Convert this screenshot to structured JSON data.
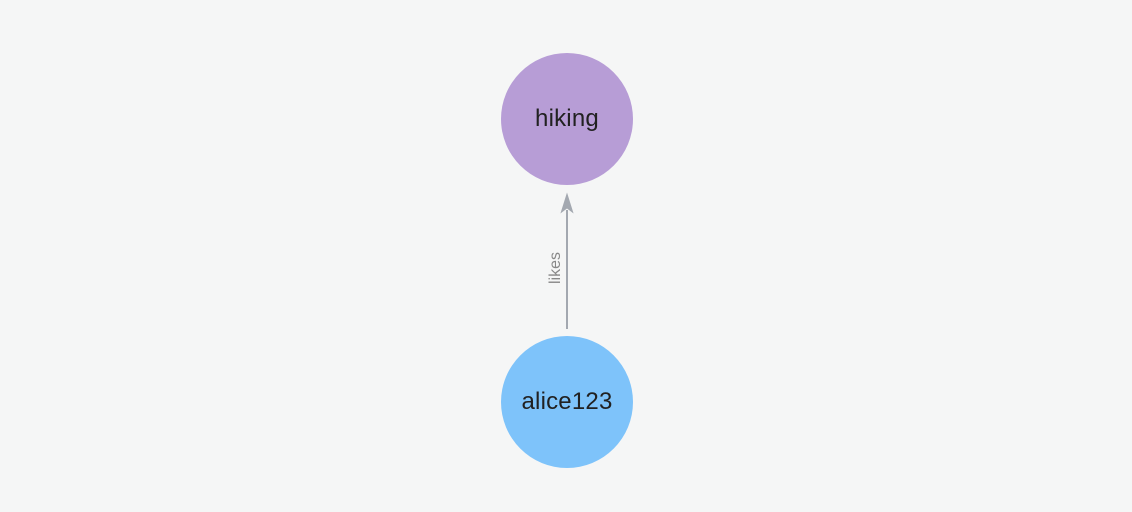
{
  "canvas": {
    "background_color": "#f5f6f6"
  },
  "graph": {
    "nodes": [
      {
        "label": "hiking",
        "fill_color": "#b79dd6",
        "label_color": "#212121",
        "shape": "circle"
      },
      {
        "label": "alice123",
        "fill_color": "#7ec3fa",
        "label_color": "#212121",
        "shape": "circle"
      }
    ],
    "edges": [
      {
        "from": "alice123",
        "to": "hiking",
        "label": "likes",
        "direction": "up",
        "line_color": "#a3a8b0",
        "label_color": "#888888"
      }
    ]
  }
}
